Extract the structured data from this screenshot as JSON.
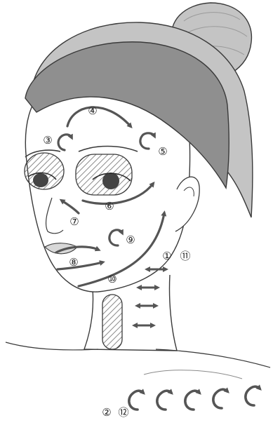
{
  "colors": {
    "outline": "#3a3a3a",
    "hair": "#c4c4c4",
    "band": "#8f8f8f",
    "arrow": "#555555",
    "hatch": "#6a6a6a",
    "skin": "#ffffff",
    "lips": "#d8d8d8"
  },
  "labels": {
    "l1": "①",
    "l2": "②",
    "l3": "③",
    "l4": "④",
    "l5": "⑤",
    "l6": "⑥",
    "l7": "⑦",
    "l8": "⑧",
    "l9": "⑨",
    "l10": "⑩",
    "l11": "⑪",
    "l12": "⑫"
  },
  "icons": {
    "curl": "circular-arrow-icon",
    "double": "double-headed-arrow-icon"
  }
}
